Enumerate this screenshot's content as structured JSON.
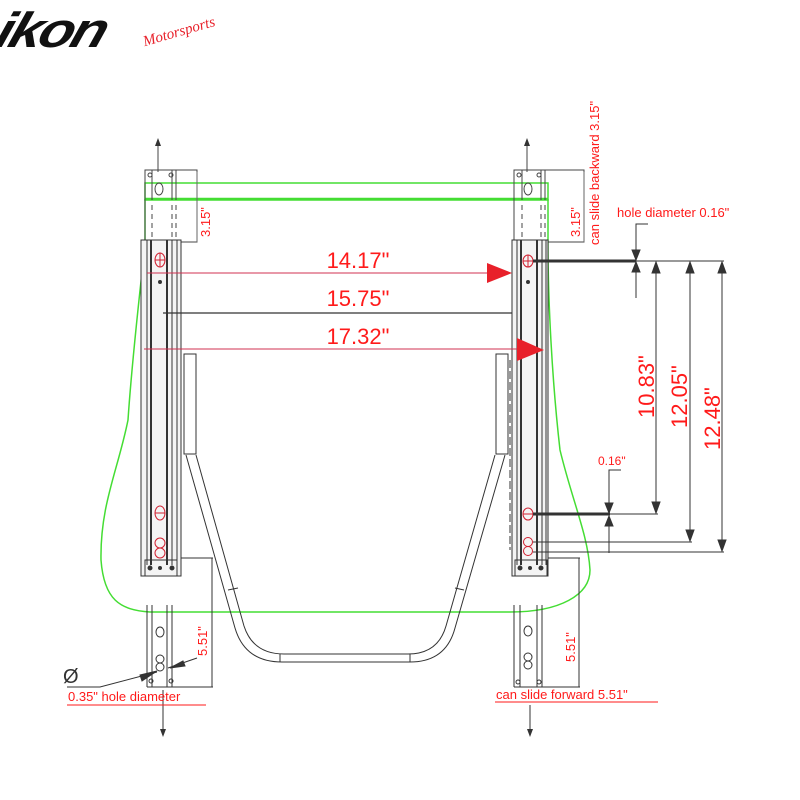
{
  "brand": {
    "name": "ikon",
    "tagline": "Motorsports",
    "colors": {
      "logo": "#111111",
      "tagline": "#e8202a"
    }
  },
  "colors": {
    "dimension_text": "#ff1a1a",
    "dimension_arrow": "#e8202a",
    "drawing_line": "#333333",
    "seat_outline": "#44dd33",
    "hole_marker": "#d02030"
  },
  "dimensions": {
    "width_inner": "14.17\"",
    "width_mid": "15.75\"",
    "width_outer": "17.32\"",
    "rear_slide_left": "3.15\"",
    "rear_slide_right": "3.15\"",
    "rear_slide_note": "can slide backward 3.15\"",
    "hole_top_note": "hole diameter 0.16\"",
    "hole_bottom_note": "0.16\"",
    "length_1": "10.83\"",
    "length_2": "12.05\"",
    "length_3": "12.48\"",
    "front_slide_left": "5.51\"",
    "front_slide_right": "5.51\"",
    "front_slide_note": "can slide forward 5.51\"",
    "mount_hole_note": "0.35\" hole diameter",
    "diameter_symbol": "Ø"
  }
}
